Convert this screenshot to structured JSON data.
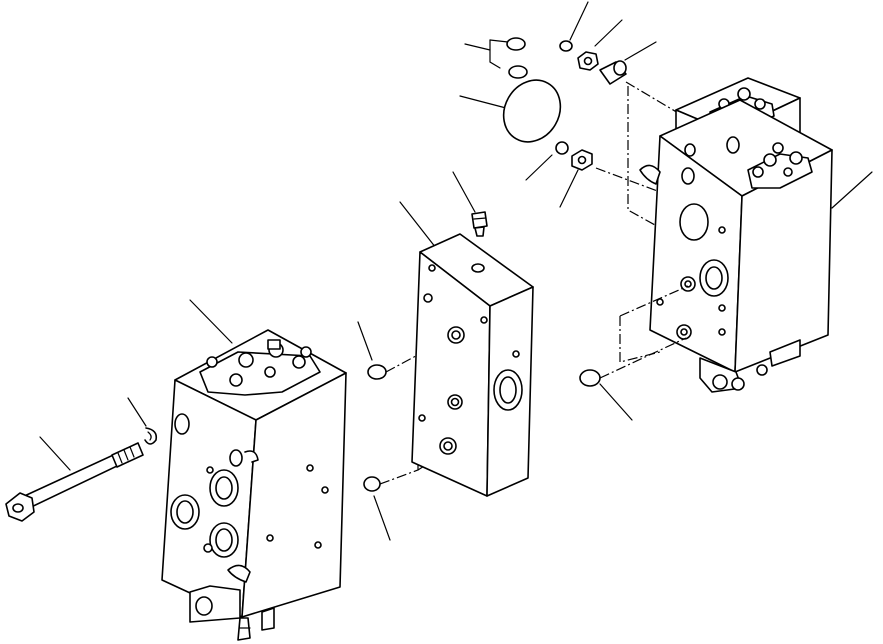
{
  "diagram": {
    "labels": []
  },
  "colors": {
    "line": "#000000",
    "background": "#ffffff"
  },
  "parts": [
    "tie-bolt",
    "snap-ring",
    "valve-section-left",
    "o-ring",
    "spacer-block",
    "plug",
    "o-ring-large",
    "nut",
    "sleeve",
    "valve-section-right",
    "o-ring-small"
  ]
}
